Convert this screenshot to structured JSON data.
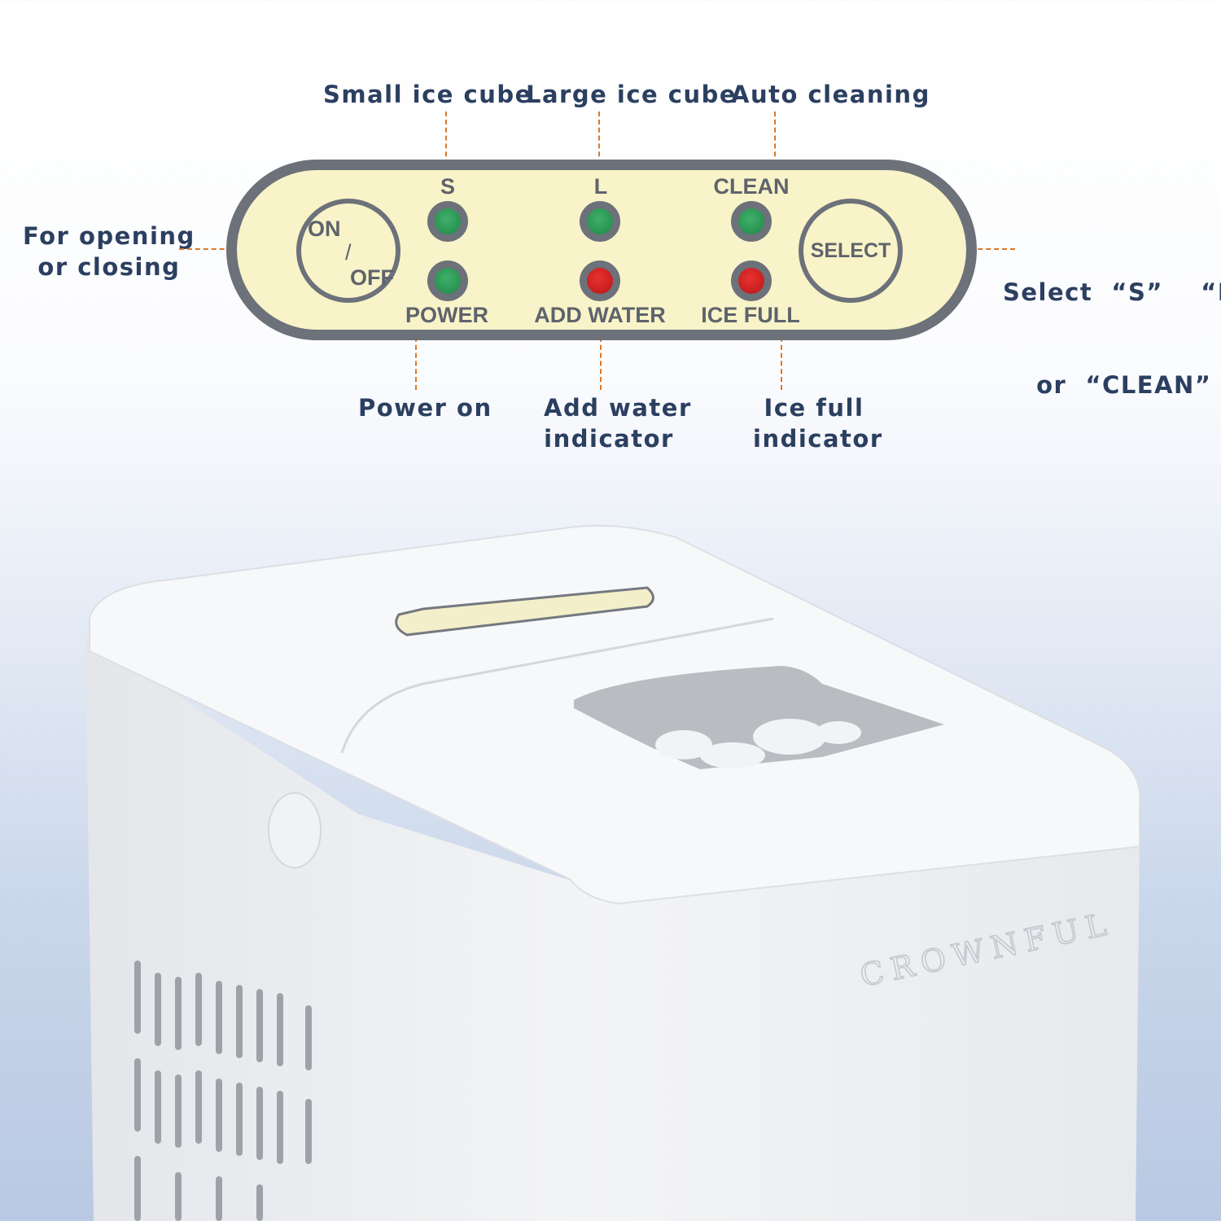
{
  "callouts": {
    "small_ice": "Small ice cube",
    "large_ice": "Large ice cube",
    "auto_clean": "Auto cleaning",
    "onoff_line1": "For opening",
    "onoff_line2": "or closing",
    "select_line1": "Select  “S”    “L”",
    "select_line2": "or  “CLEAN”",
    "power_on": "Power on",
    "add_water_line1": "Add water",
    "add_water_line2": "indicator",
    "ice_full_line1": "Ice full",
    "ice_full_line2": "indicator"
  },
  "panel": {
    "on": "ON",
    "slash": "/",
    "off": "OFF",
    "s": "S",
    "l": "L",
    "clean": "CLEAN",
    "power": "POWER",
    "add_water": "ADD WATER",
    "ice_full": "ICE FULL",
    "select": "SELECT"
  },
  "leds": {
    "green": "#2a9a55",
    "red": "#d0211f"
  },
  "brand": "CROWNFUL"
}
